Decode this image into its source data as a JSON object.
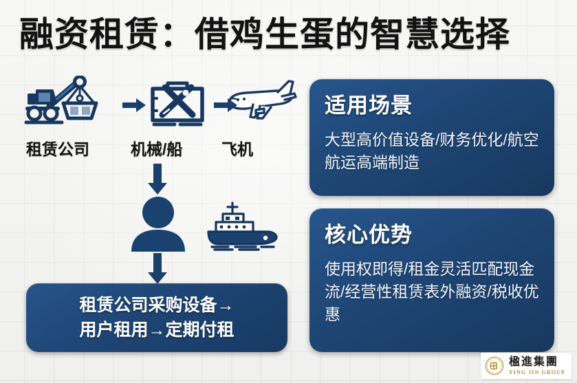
{
  "title": "融资租赁：借鸡生蛋的智慧选择",
  "colors": {
    "panel_blue": "#1e4574",
    "panel_blue_light": "#27568c",
    "icon_navy": "#15355c",
    "background": "#f3f3f1",
    "grid_line": "#e5e5e3",
    "title_text": "#121212",
    "panel_text": "#ffffff",
    "logo_gold": "#b08d3f"
  },
  "flow": {
    "nodes": [
      {
        "label": "租赁公司",
        "icon": "crane-icon"
      },
      {
        "label": "机械/船",
        "icon": "toolbox-tools-icon"
      },
      {
        "label": "飞机",
        "icon": "airplane-icon"
      }
    ],
    "arrows": [
      "arrow-right-icon",
      "arrow-right-icon"
    ],
    "down_arrows": [
      "arrow-down-icon",
      "arrow-down-icon"
    ],
    "person_icon": "person-icon",
    "ship_icon": "ship-icon"
  },
  "bottom_box": {
    "lines": [
      "租赁公司采购设备→",
      "用户租用→定期付租"
    ]
  },
  "panels": [
    {
      "title": "适用场景",
      "body": "大型高价值设备/财务优化/航空航运高端制造"
    },
    {
      "title": "核心优势",
      "body": "使用权即得/租金灵活匹配现金流/经营性租赁表外融资/税收优惠"
    }
  ],
  "logo": {
    "cn": "楹進集團",
    "en": "YING JIN GROUP",
    "mark": "yingjin-monogram-icon"
  }
}
